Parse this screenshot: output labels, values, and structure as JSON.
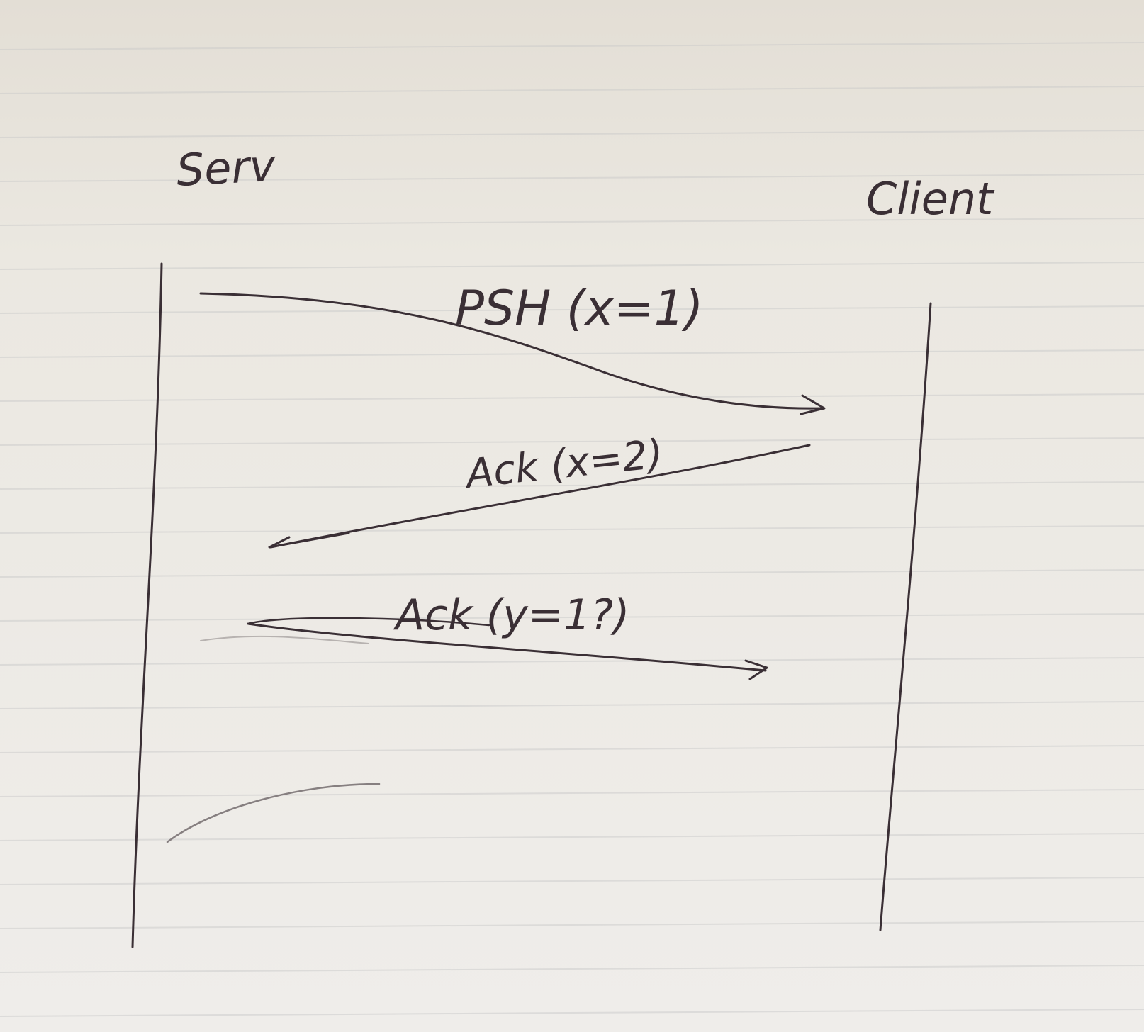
{
  "colors": {
    "paper": "#ece9e2",
    "rule_line": "#c9c9c9",
    "ink": "#3a2f35"
  },
  "diagram": {
    "participants": [
      {
        "name": "Serv"
      },
      {
        "name": "Client"
      }
    ],
    "messages": [
      {
        "label": "PSH (x=1)",
        "direction": "server-to-client"
      },
      {
        "label": "Ack (x=2)",
        "direction": "client-to-server"
      },
      {
        "label": "Ack (y=1?)",
        "direction": "server-to-client"
      }
    ]
  }
}
